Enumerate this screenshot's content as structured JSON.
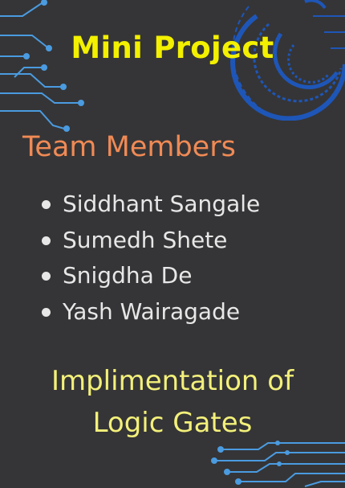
{
  "title": "Mini Project",
  "team": {
    "heading": "Team Members",
    "members": [
      "Siddhant Sangale",
      "Sumedh Shete",
      "Snigdha De",
      "Yash Wairagade"
    ]
  },
  "subtitle": {
    "line1": "Implimentation of",
    "line2": "Logic Gates"
  },
  "colors": {
    "background": "#353537",
    "title": "#f3f000",
    "heading": "#f08a55",
    "members": "#e7e7e7",
    "subtitle": "#f3f07a",
    "circuit": "#4a9be0"
  }
}
